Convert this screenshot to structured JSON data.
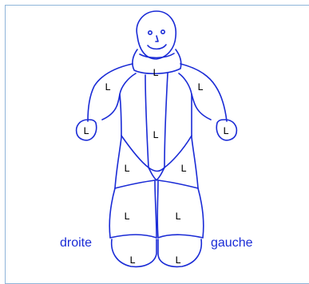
{
  "colors": {
    "outline": "#1a2bd6",
    "frame_border": "#8fb5d9",
    "side_text": "#1a2bd6"
  },
  "sides": {
    "right_label": "droite",
    "left_label": "gauche"
  },
  "zones": {
    "neck": "L",
    "right_upper_arm": "L",
    "left_upper_arm": "L",
    "right_hand": "L",
    "left_hand": "L",
    "chest": "L",
    "right_thigh": "L",
    "left_thigh": "L",
    "right_shin": "L",
    "left_shin": "L",
    "right_foot": "L",
    "left_foot": "L"
  }
}
